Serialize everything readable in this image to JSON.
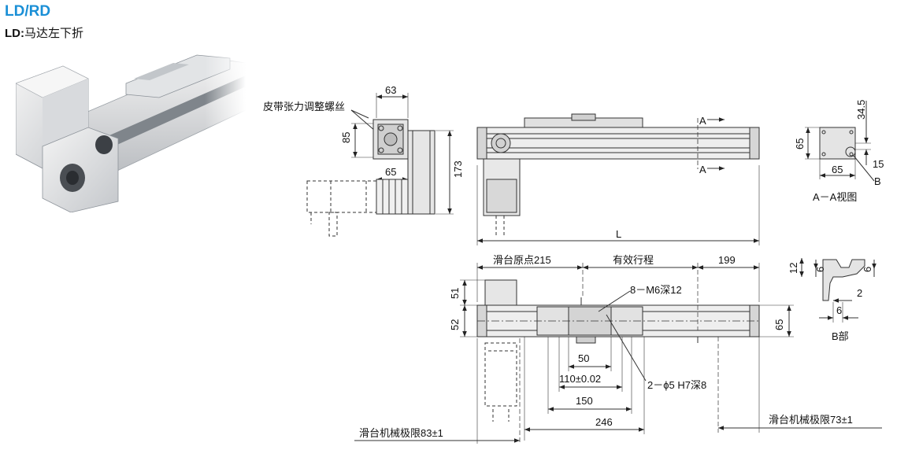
{
  "header": {
    "title_ld": "LD",
    "title_slash": "/",
    "title_rd": "RD",
    "subtitle_prefix": "LD:",
    "subtitle_text": "马达左下折"
  },
  "side_view": {
    "callout": "皮带张力调整螺丝",
    "dim_top": "63",
    "dim_height": "85",
    "dim_bottom": "65",
    "dim_total": "173"
  },
  "front_view": {
    "section_a_top": "A",
    "section_a_bottom": "A",
    "dim_length": "L"
  },
  "section_view": {
    "dim_top": "34.5",
    "dim_height": "65",
    "dim_width": "65",
    "dim_side": "15",
    "label_b": "B",
    "caption": "A－A视图"
  },
  "plan_view": {
    "dim_origin": "滑台原点215",
    "dim_stroke": "有效行程",
    "dim_right": "199",
    "callout_m6": "8－M6深12",
    "dim_51": "51",
    "dim_52": "52",
    "dim_65": "65",
    "dim_50": "50",
    "dim_110": "110±0.02",
    "callout_pin": "2－ϕ5 H7深8",
    "dim_150": "150",
    "dim_246": "246",
    "limit_right": "滑台机械极限73±1",
    "limit_left": "滑台机械极限83±1"
  },
  "detail_b": {
    "dim_12": "12",
    "dim_6a": "6",
    "dim_6b": "6",
    "dim_2": "2",
    "dim_6c": "6",
    "caption": "B部"
  },
  "colors": {
    "accent": "#1a8fd6",
    "line": "#333333",
    "body": "#c8c8c8"
  }
}
